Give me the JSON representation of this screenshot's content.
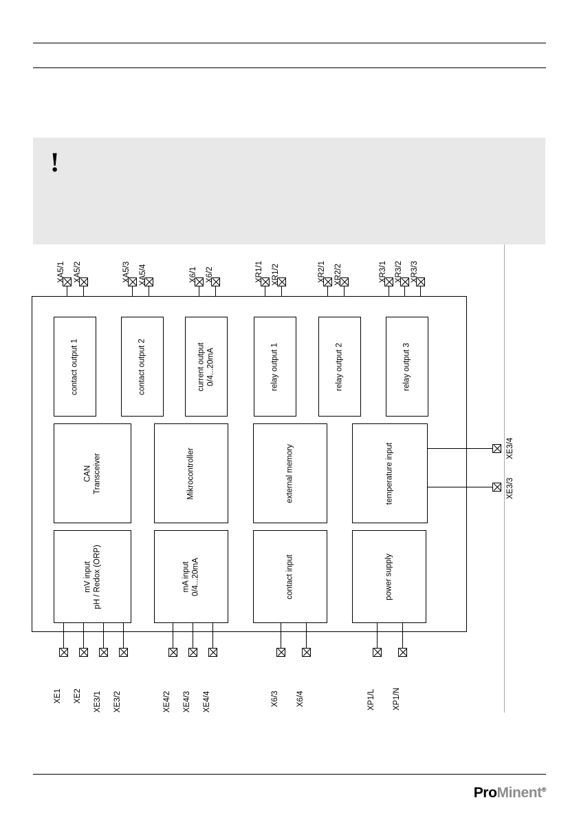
{
  "page": {
    "header_rules": 2,
    "footer_logo": {
      "part1": "Pro",
      "part2": "Minent",
      "trademark": "®"
    }
  },
  "notice": {
    "icon": "exclamation-mark-icon",
    "icon_glyph": "!",
    "text": ""
  },
  "diagram": {
    "title": "",
    "type": "block-diagram",
    "top_terminals": [
      {
        "label": "XA5/1"
      },
      {
        "label": "XA5/2"
      },
      {
        "label": "XA5/3"
      },
      {
        "label": "XA5/4"
      },
      {
        "label": "X6/1"
      },
      {
        "label": "X6/2"
      },
      {
        "label": "XR1/1"
      },
      {
        "label": "XR1/2"
      },
      {
        "label": "XR2/1"
      },
      {
        "label": "XR2/2"
      },
      {
        "label": "XR3/1"
      },
      {
        "label": "XR3/2"
      },
      {
        "label": "XR3/3"
      }
    ],
    "bottom_terminals": [
      {
        "label": "XE1"
      },
      {
        "label": "XE2"
      },
      {
        "label": "XE3/1"
      },
      {
        "label": "XE3/2"
      },
      {
        "label": "XE4/2"
      },
      {
        "label": "XE4/3"
      },
      {
        "label": "XE4/4"
      },
      {
        "label": "X6/3"
      },
      {
        "label": "X6/4"
      },
      {
        "label": "XP1/L"
      },
      {
        "label": "XP1/N"
      }
    ],
    "right_terminals": [
      {
        "label": "XE3/4"
      },
      {
        "label": "XE3/3"
      }
    ],
    "blocks_row_top": [
      {
        "label": "contact output 1"
      },
      {
        "label": "contact output 2"
      },
      {
        "label": "current output\n0/4...20mA",
        "line1": "current output",
        "line2": "0/4...20mA"
      },
      {
        "label": "relay output 1"
      },
      {
        "label": "relay output 2"
      },
      {
        "label": "relay output 3"
      }
    ],
    "blocks_row_middle": [
      {
        "label": "CAN\nTransceiver",
        "line1": "CAN",
        "line2": "Transceiver"
      },
      {
        "label": "Mikrocontroller"
      },
      {
        "label": "external memory"
      },
      {
        "label": "temperature input"
      }
    ],
    "blocks_row_bottom": [
      {
        "label": "mV input\npH / Redox (ORP)",
        "line1": "mV input",
        "line2": "pH / Redox (ORP)"
      },
      {
        "label": "mA input\n0/4...20mA",
        "line1": "mA input",
        "line2": "0/4...20mA"
      },
      {
        "label": "contact input"
      },
      {
        "label": "power supply"
      }
    ],
    "colors": {
      "line": "#000000",
      "block_fill": "#ffffff",
      "notice_fill": "#e8e8e8",
      "logo_accent": "#8c8c8c"
    }
  }
}
